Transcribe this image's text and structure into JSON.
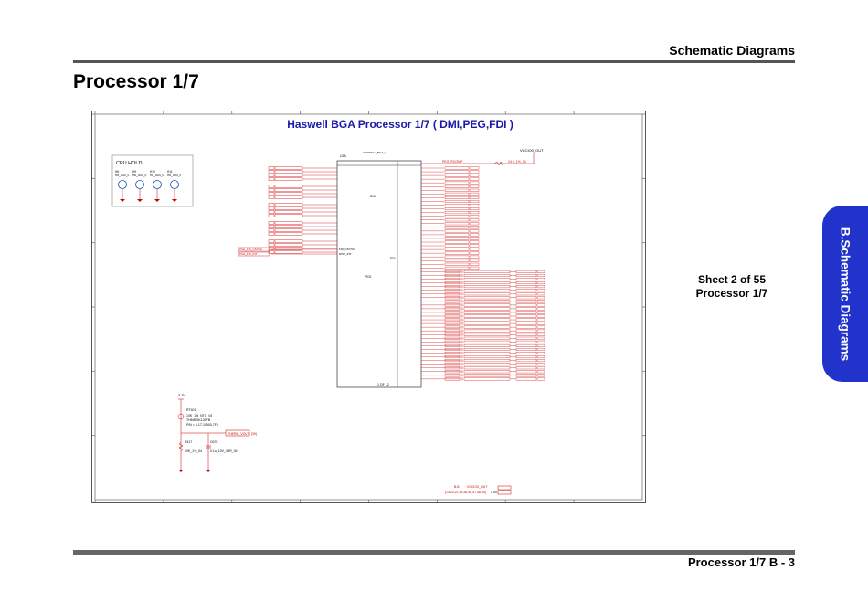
{
  "header": {
    "section_title": "Schematic  Diagrams"
  },
  "page_title": "Processor 1/7",
  "schematic": {
    "title": "Haswell BGA Processor 1/7 ( DMI,PEG,FDI )",
    "cpu_hold_label": "CPU  HOLD",
    "hole_labels": [
      "H8",
      "H9",
      "H10",
      "H11"
    ],
    "hole_part": "H6_0D4_0",
    "chip_ref": "U1A",
    "chip_name": "HASWELL_BGA_U",
    "chip_center_label": "PEG",
    "chip_sub_label": "1 OF 12",
    "dmi_label": "DMI",
    "fdi_label": "FDI",
    "fdi_signals": [
      "FDI_CSYNC",
      "DISP_INT"
    ],
    "fdi_nets": [
      "PCH_FDI_CSYNC",
      "PCH_FDI_INT"
    ],
    "top_power_net": "VCCIO0_OUT",
    "peg_rcomp": "PEG_RCOMP",
    "rcomp_resistor": "24.9_1%_04",
    "thermal_net": "3.3V",
    "thermistor_ref": "RT401",
    "thermistor_value": "10K_1%_NTC_04",
    "thermistor_part": "THMB-SK103FB",
    "thermistor_pn": "P/N = 6-17-10500-7F1",
    "therm_volt": "THERM_VOLT",
    "therm_volt_sheet": "[39]",
    "r_ref": "R417",
    "r_value": "10K_1%_04",
    "c_ref": "C678",
    "c_value": "0.1u_10V_X5R_04",
    "bottom_net": "VCCIO0_OUT",
    "bottom_net_prefix": "B.B.",
    "bottom_sheets": "[13,20,21,26,36,46,47,48,50]",
    "bottom_voltage": "1.0V"
  },
  "sheet_info": {
    "line1": "Sheet 2 of 55",
    "line2": "Processor 1/7"
  },
  "side_tab": "B.Schematic Diagrams",
  "footer": {
    "text": "Processor 1/7  B  -  3"
  }
}
